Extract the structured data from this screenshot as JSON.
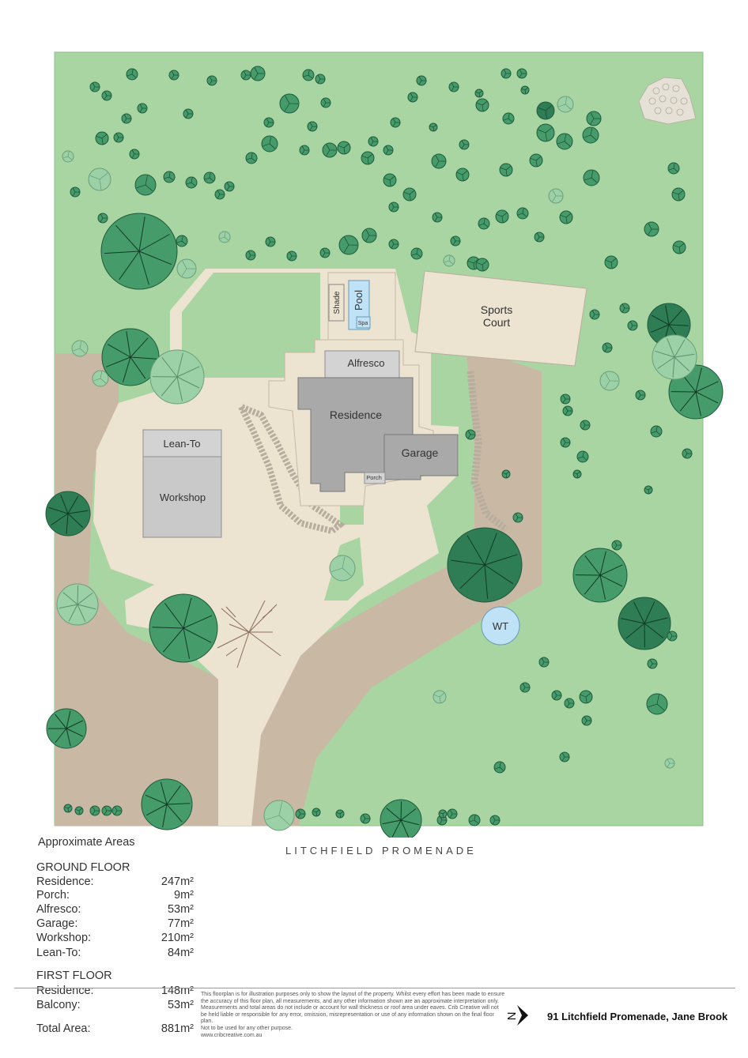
{
  "plan": {
    "labels": {
      "sports_court": [
        "Sports",
        "Court"
      ],
      "pool": "Pool",
      "shade": "Shade",
      "spa": "Spa",
      "alfresco": "Alfresco",
      "residence": "Residence",
      "garage": "Garage",
      "porch": "Porch",
      "lean_to": "Lean-To",
      "workshop": "Workshop",
      "water_tank": "WT"
    },
    "street_name": "LITCHFIELD PROMENADE",
    "colors": {
      "lawn": "#a8d5a2",
      "driveway": "#ece3d0",
      "garden_bed": "#c9b9a4",
      "building": "#a9a9a9",
      "outbuilding": "#c9c9c9",
      "pool_water": "#bfe2f6",
      "tree_dark": "#2e7d55",
      "tree_mid": "#459c6a",
      "tree_light": "#9cd1a8"
    }
  },
  "areas": {
    "title": "Approximate Areas",
    "ground_floor": {
      "heading": "GROUND FLOOR",
      "rows": [
        {
          "name": "Residence:",
          "value": "247m²"
        },
        {
          "name": "Porch:",
          "value": "9m²"
        },
        {
          "name": "Alfresco:",
          "value": "53m²"
        },
        {
          "name": "Garage:",
          "value": "77m²"
        },
        {
          "name": "Workshop:",
          "value": "210m²"
        },
        {
          "name": "Lean-To:",
          "value": "84m²"
        }
      ]
    },
    "first_floor": {
      "heading": "FIRST FLOOR",
      "rows": [
        {
          "name": "Residence:",
          "value": "148m²"
        },
        {
          "name": "Balcony:",
          "value": "53m²"
        }
      ]
    },
    "total": {
      "name": "Total Area:",
      "value": "881m²"
    }
  },
  "footer": {
    "disclaimer": "This floorplan is for illustration purposes only to show the layout of the property. Whilst every effort has been made to ensure the accuracy of this floor plan, all measurements, and any other information shown are an approximate interpretation only. Measurements and total areas do not include or account for wall thickness or roof area under eaves. Crib Creative will not be held liable or responsible for any error, omission, misrepresentation or use of any information shown on the final floor plan.",
    "disclaimer_line2": "Not to be used for any other purpose.",
    "website": "www.cribcreative.com.au",
    "north_label": "N",
    "address": "91 Litchfield Promenade, Jane Brook"
  }
}
